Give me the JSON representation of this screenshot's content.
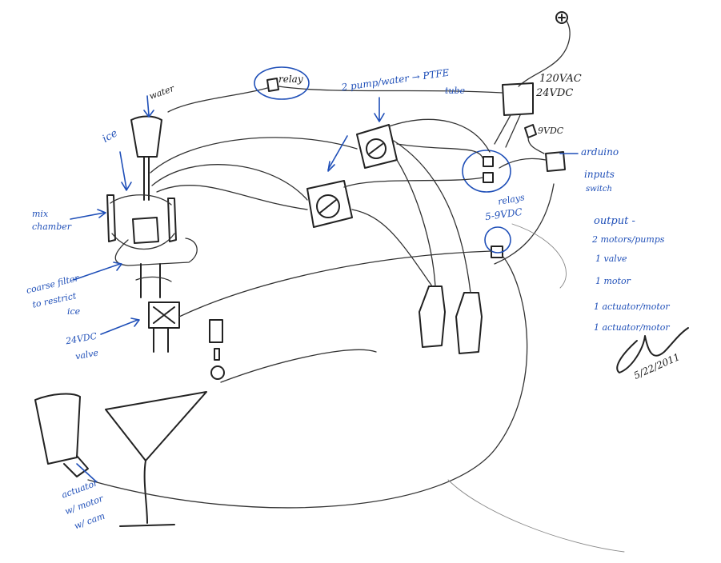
{
  "colors": {
    "paper": "#ffffff",
    "ink": "#1a1a1a",
    "blue_ink": "#1f4fb8"
  },
  "labels": {
    "water_top": "water",
    "relay_top": "relay",
    "pump_water": "2 pump/water → PTFE",
    "tube": "tube",
    "supply_1": "120VAC",
    "supply_2": "24VDC",
    "nine_vdc": "9VDC",
    "arduino": "arduino",
    "inputs": "inputs",
    "switch": "switch",
    "relays": "relays",
    "relays_voltage": "5-9VDC",
    "ice": "ice",
    "mix_chamber_1": "mix",
    "mix_chamber_2": "chamber",
    "filter_1": "coarse filter",
    "filter_2": "to restrict",
    "filter_3": "ice",
    "valve_1": "24VDC",
    "valve_2": "valve",
    "actuator_1": "actuator",
    "actuator_2": "w/ motor",
    "actuator_3": "w/ cam"
  },
  "outputs": {
    "heading": "output -",
    "items": [
      "2 motors/pumps",
      "1 valve",
      "1 motor",
      "1 actuator/motor",
      "1 actuator/motor"
    ]
  },
  "date": "5/22/2011"
}
